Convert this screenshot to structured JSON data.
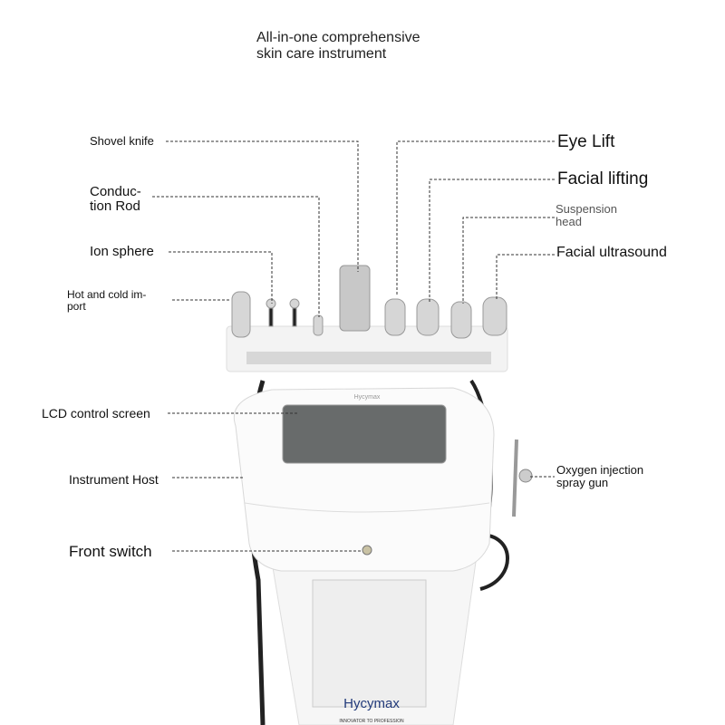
{
  "title": {
    "line1": "All-in-one comprehensive",
    "line2": "skin care instrument"
  },
  "labels_left": {
    "shovel_knife": "Shovel knife",
    "conduction_rod_1": "Conduc-",
    "conduction_rod_2": "tion Rod",
    "ion_sphere": "Ion sphere",
    "hot_cold_1": "Hot and cold im-",
    "hot_cold_2": "port",
    "lcd": "LCD control screen",
    "host": "Instrument Host",
    "front_switch": "Front switch"
  },
  "labels_right": {
    "eye_lift": "Eye Lift",
    "facial_lifting": "Facial lifting",
    "suspension_1": "Suspension",
    "suspension_2": "head",
    "facial_ultrasound": "Facial ultrasound",
    "oxygen_1": "Oxygen injection",
    "oxygen_2": "spray gun"
  },
  "device": {
    "brand_top": "Hycymax",
    "brand_bottom": "Hycymax",
    "slogan": "INNOVATOR TO PROFESSION"
  }
}
